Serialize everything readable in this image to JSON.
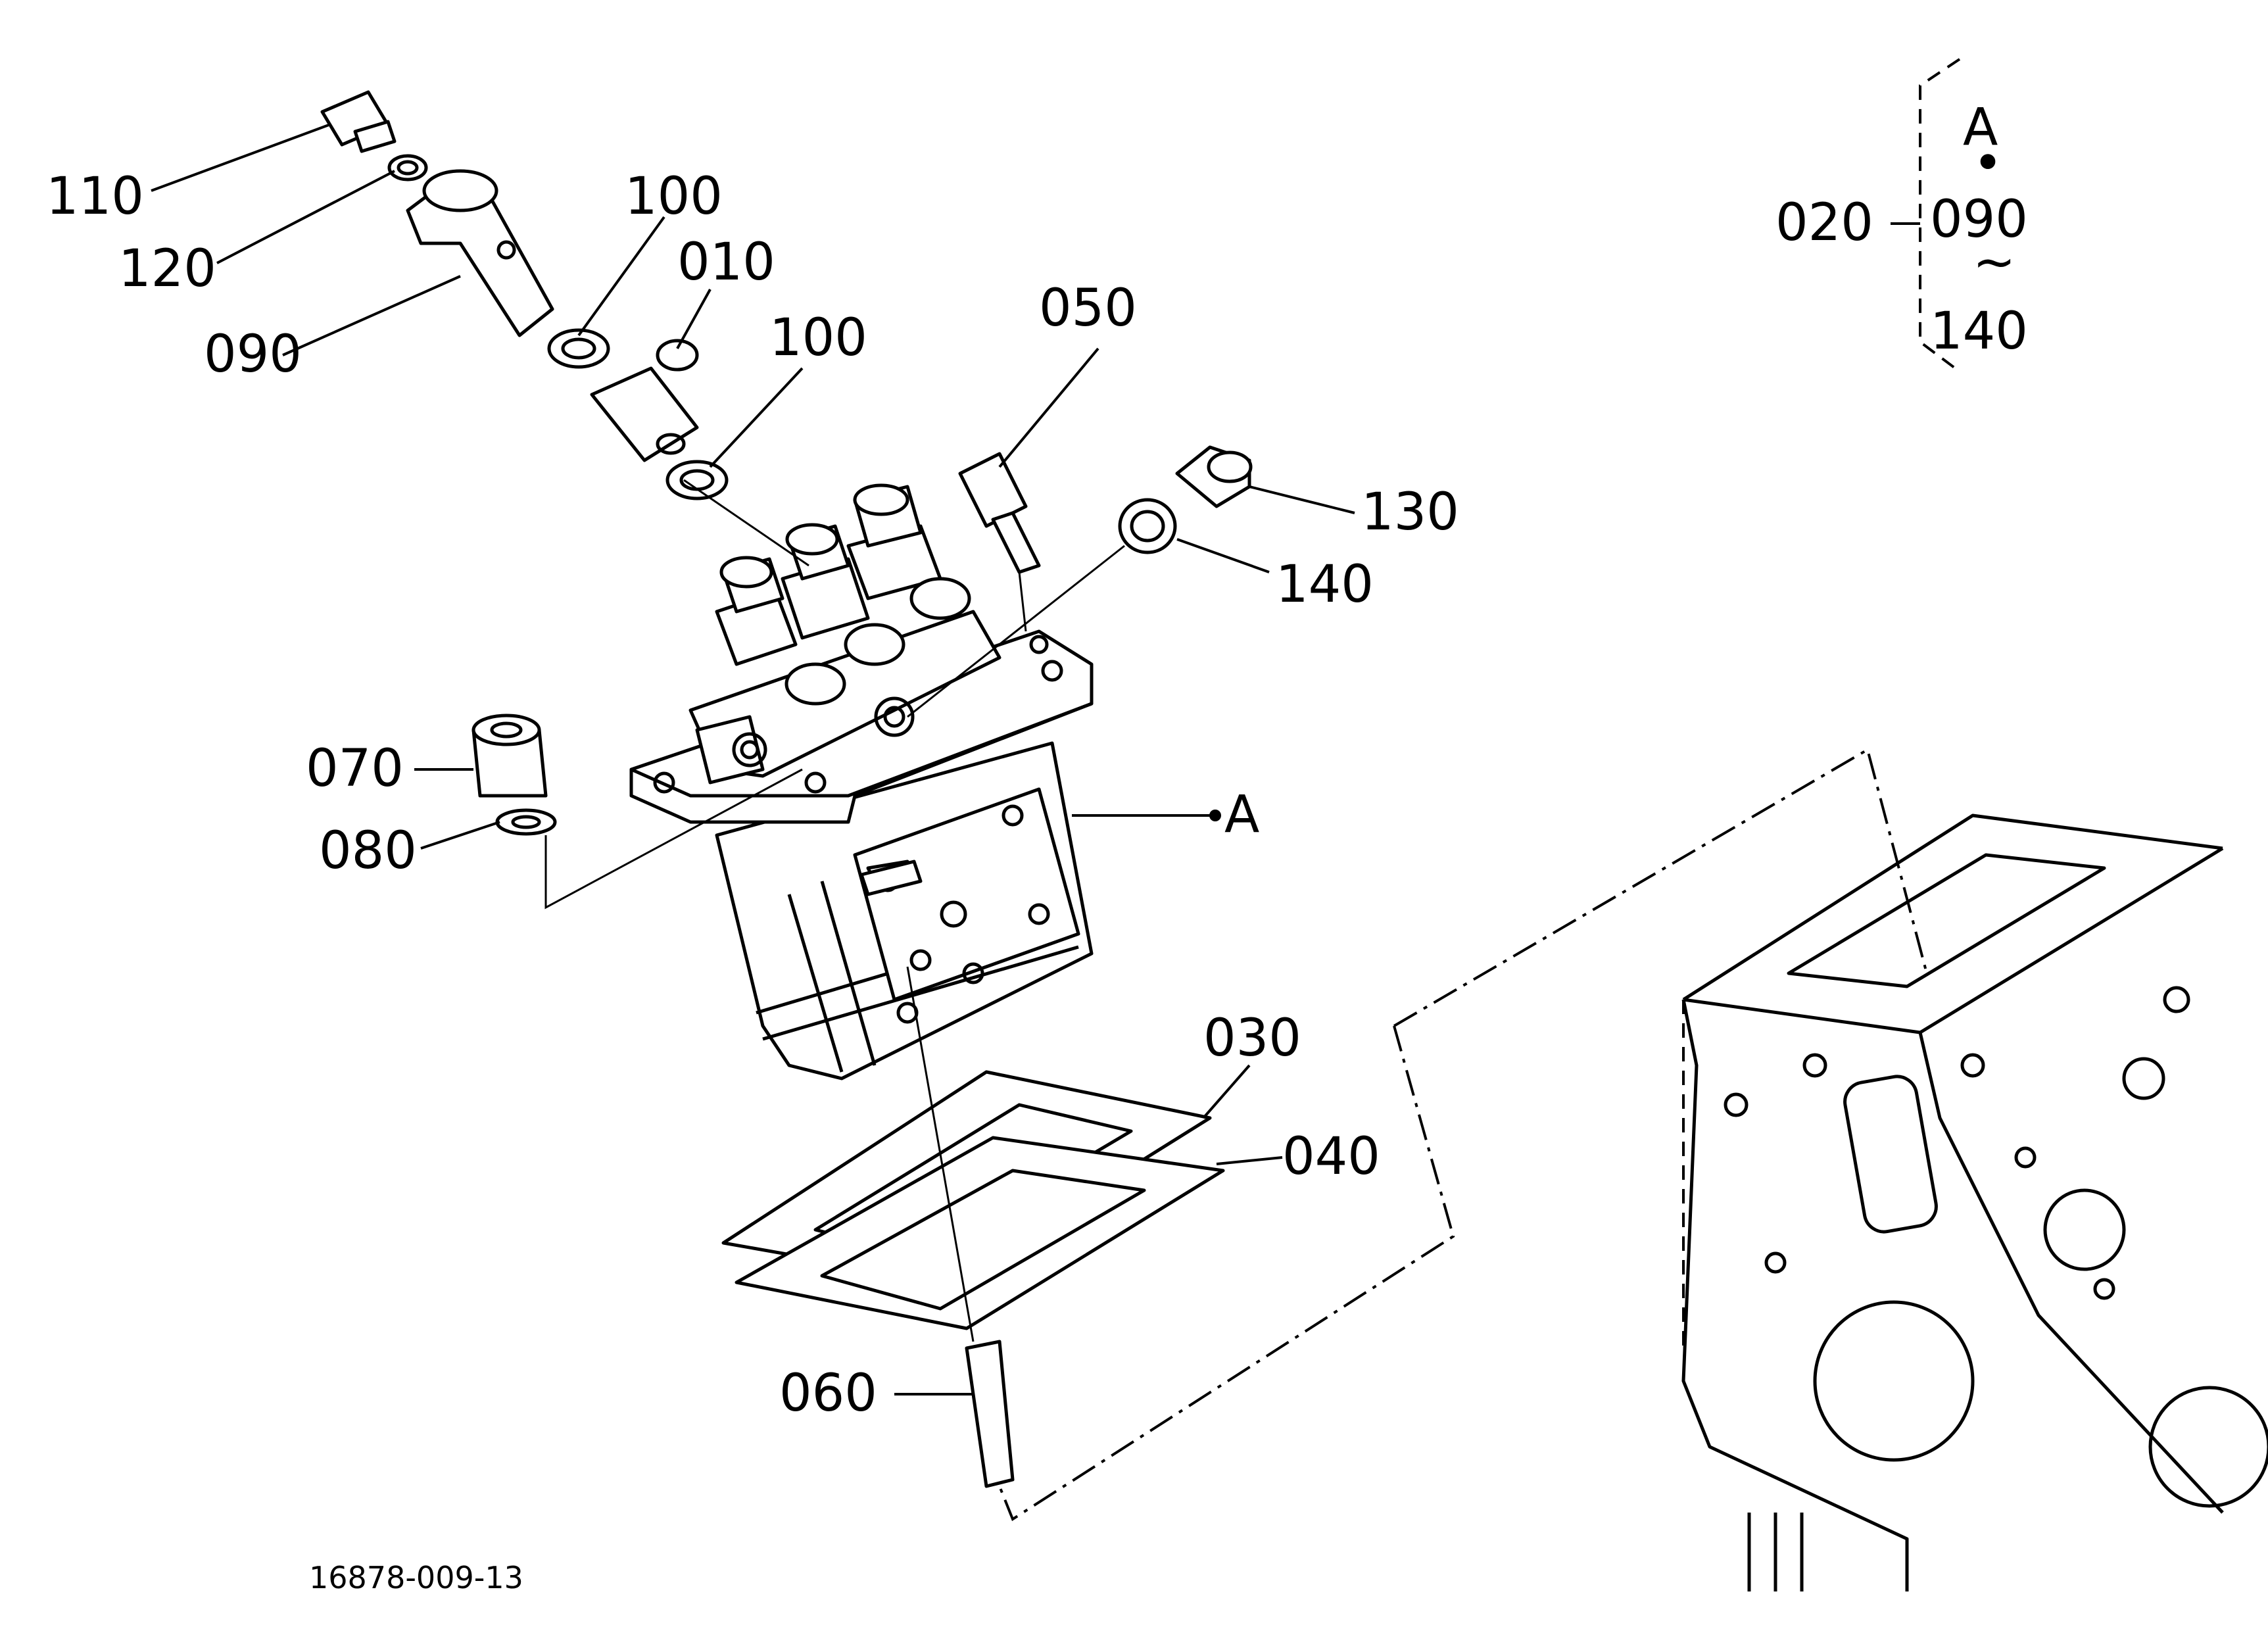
{
  "diagram": {
    "callouts": {
      "c110": "110",
      "c120": "120",
      "c090": "090",
      "c100a": "100",
      "c010": "010",
      "c100b": "100",
      "c050": "050",
      "c130": "130",
      "c140": "140",
      "c070": "070",
      "c080": "080",
      "cA": "A",
      "c030": "030",
      "c040": "040",
      "c060": "060"
    },
    "kit": {
      "part": "020",
      "ref": "A",
      "dot": "•",
      "from": "090",
      "tilde": "~",
      "to": "140"
    },
    "figure_number": "16878-009-13"
  }
}
